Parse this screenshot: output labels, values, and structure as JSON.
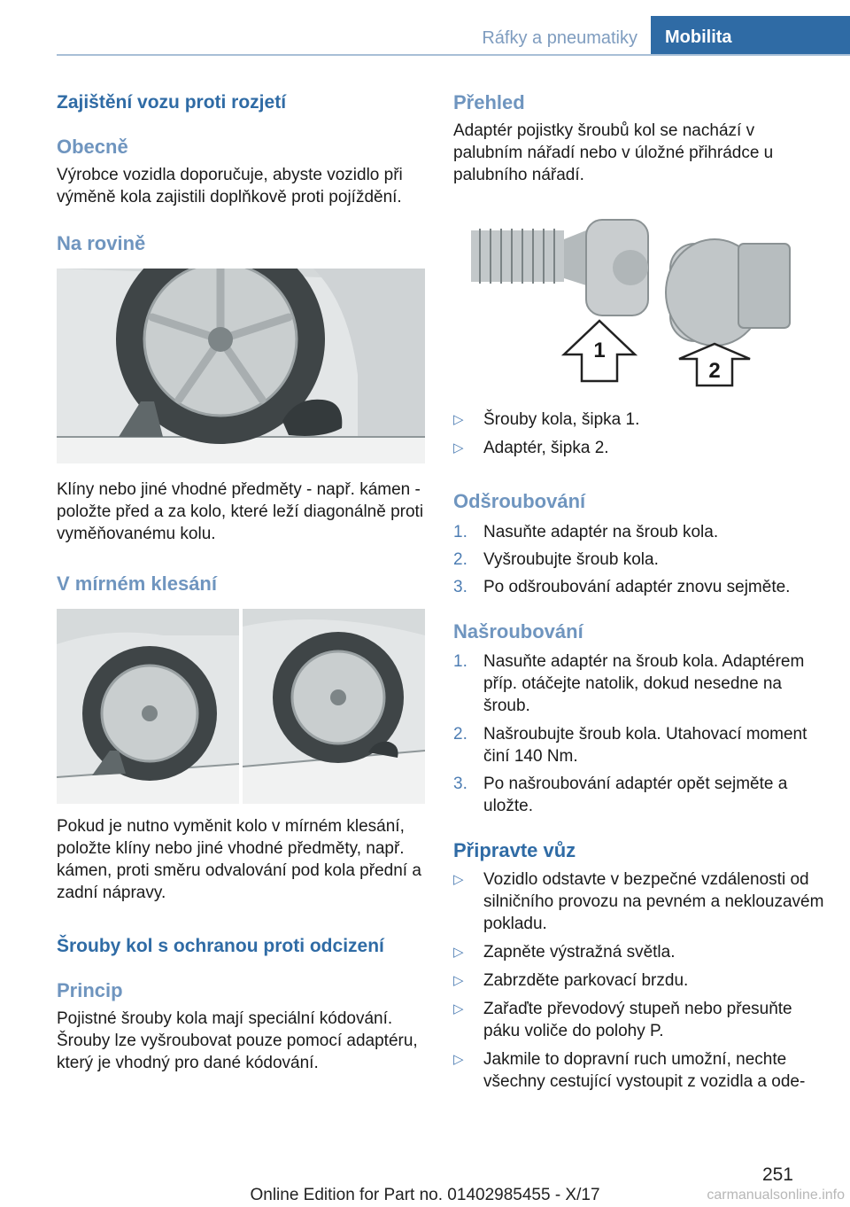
{
  "header": {
    "section": "Ráfky a pneumatiky",
    "tab": "Mobilita"
  },
  "left": {
    "h1": "Zajištění vozu proti rozjetí",
    "obecne_h": "Obecně",
    "obecne_p": "Výrobce vozidla doporučuje, abyste vozidlo při výměně kola zajistili doplňkově proti pojíždění.",
    "rovina_h": "Na rovině",
    "rovina_p": "Klíny nebo jiné vhodné předměty - např. kámen - položte před a za kolo, které leží diagonálně proti vyměňovanému kolu.",
    "klesani_h": "V mírném klesání",
    "klesani_p": "Pokud je nutno vyměnit kolo v mírném klesání, položte klíny nebo jiné vhodné předměty, např. kámen, proti směru odvalování pod kola přední a zadní nápravy.",
    "srouby_h": "Šrouby kol s ochranou proti odcizení",
    "princip_h": "Princip",
    "princip_p": "Pojistné šrouby kola mají speciální kódování. Šrouby lze vyšroubovat pouze pomocí adaptéru, který je vhodný pro dané kódování."
  },
  "right": {
    "prehled_h": "Přehled",
    "prehled_p": "Adaptér pojistky šroubů kol se nachází v palubním nářadí nebo v úložné přihrádce u palubního nářadí.",
    "fig_labels": [
      "1",
      "2"
    ],
    "prehled_items": [
      "Šrouby kola, šipka 1.",
      "Adaptér, šipka 2."
    ],
    "odsr_h": "Odšroubování",
    "odsr_items": [
      {
        "n": "1.",
        "t": "Nasuňte adaptér na šroub kola."
      },
      {
        "n": "2.",
        "t": "Vyšroubujte šroub kola."
      },
      {
        "n": "3.",
        "t": "Po odšroubování adaptér znovu sejměte."
      }
    ],
    "nasr_h": "Našroubování",
    "nasr_items": [
      {
        "n": "1.",
        "t": "Nasuňte adaptér na šroub kola. Adaptérem příp. otáčejte natolik, dokud nesedne na šroub."
      },
      {
        "n": "2.",
        "t": "Našroubujte šroub kola. Utahovací moment činí 140 Nm."
      },
      {
        "n": "3.",
        "t": "Po našroubování adaptér opět sejměte a uložte."
      }
    ],
    "pripravte_h": "Připravte vůz",
    "pripravte_items": [
      "Vozidlo odstavte v bezpečné vzdálenosti od silničního provozu na pevném a neklouzavém pokladu.",
      "Zapněte výstražná světla.",
      "Zabrzděte parkovací brzdu.",
      "Zařaďte převodový stupeň nebo přesuňte páku voliče do polohy P.",
      "Jakmile to dopravní ruch umožní, nechte všechny cestující vystoupit z vozidla a ode-"
    ]
  },
  "footer": {
    "text": "Online Edition for Part no. 01402985455 - X/17",
    "page": "251",
    "watermark": "carmanualsonline.info"
  },
  "colors": {
    "accent": "#2f6ba5",
    "subheading": "#6f95bf",
    "marker": "#4d7db3"
  },
  "icons": {
    "bullet": "triangle-right-icon"
  }
}
